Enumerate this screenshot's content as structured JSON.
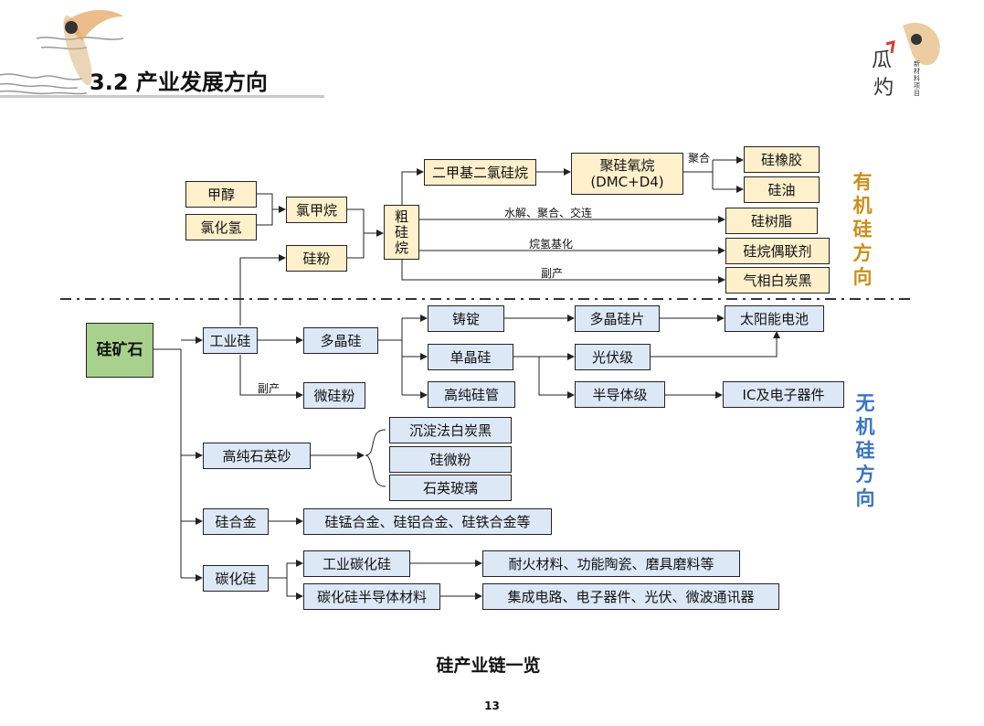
{
  "header": {
    "title": "3.2 产业发展方向",
    "logo_text": "新材料项目"
  },
  "side_labels": {
    "organic": [
      "有",
      "机",
      "硅",
      "方",
      "向"
    ],
    "inorganic": [
      "无",
      "机",
      "硅",
      "方",
      "向"
    ],
    "organic_color": "#c8901a",
    "inorganic_color": "#3b74c4"
  },
  "nodes": {
    "methanol": "甲醇",
    "hcl": "氯化氢",
    "chloromethane": "氯甲烷",
    "silicon_powder": "硅粉",
    "crude_silane": "粗硅烷",
    "dmdcs": "二甲基二氯硅烷",
    "polysiloxane": "聚硅氧烷\n(DMC+D4)",
    "silicone_rubber": "硅橡胶",
    "silicone_oil": "硅油",
    "silicone_resin": "硅树脂",
    "silane_coupling": "硅烷偶联剂",
    "fumed_silica": "气相白炭黑",
    "silica_ore": "硅矿石",
    "industrial_si": "工业硅",
    "polysilicon": "多晶硅",
    "micro_powder": "微硅粉",
    "ingot": "铸锭",
    "mono_si": "单晶硅",
    "hp_quartz_tube": "高纯硅管",
    "poly_wafer": "多晶硅片",
    "pv_grade": "光伏级",
    "semi_grade": "半导体级",
    "solar_cell": "太阳能电池",
    "ic": "IC及电子器件",
    "hp_quartz_sand": "高纯石英砂",
    "precip_silica": "沉淀法白炭黑",
    "si_micro": "硅微粉",
    "quartz_glass": "石英玻璃",
    "si_alloy": "硅合金",
    "alloy_types": "硅锰合金、硅铝合金、硅铁合金等",
    "sic": "碳化硅",
    "ind_sic": "工业碳化硅",
    "sic_semi": "碳化硅半导体材料",
    "refractory": "耐火材料、功能陶瓷、磨具磨料等",
    "ic_circuits": "集成电路、电子器件、光伏、微波通讯器"
  },
  "edge_labels": {
    "polymerize": "聚合",
    "hydrolysis": "水解、聚合、交连",
    "hydrosilylation": "烷氢基化",
    "byproduct1": "副产",
    "byproduct2": "副产"
  },
  "caption": "硅产业链一览",
  "page_number": "13"
}
